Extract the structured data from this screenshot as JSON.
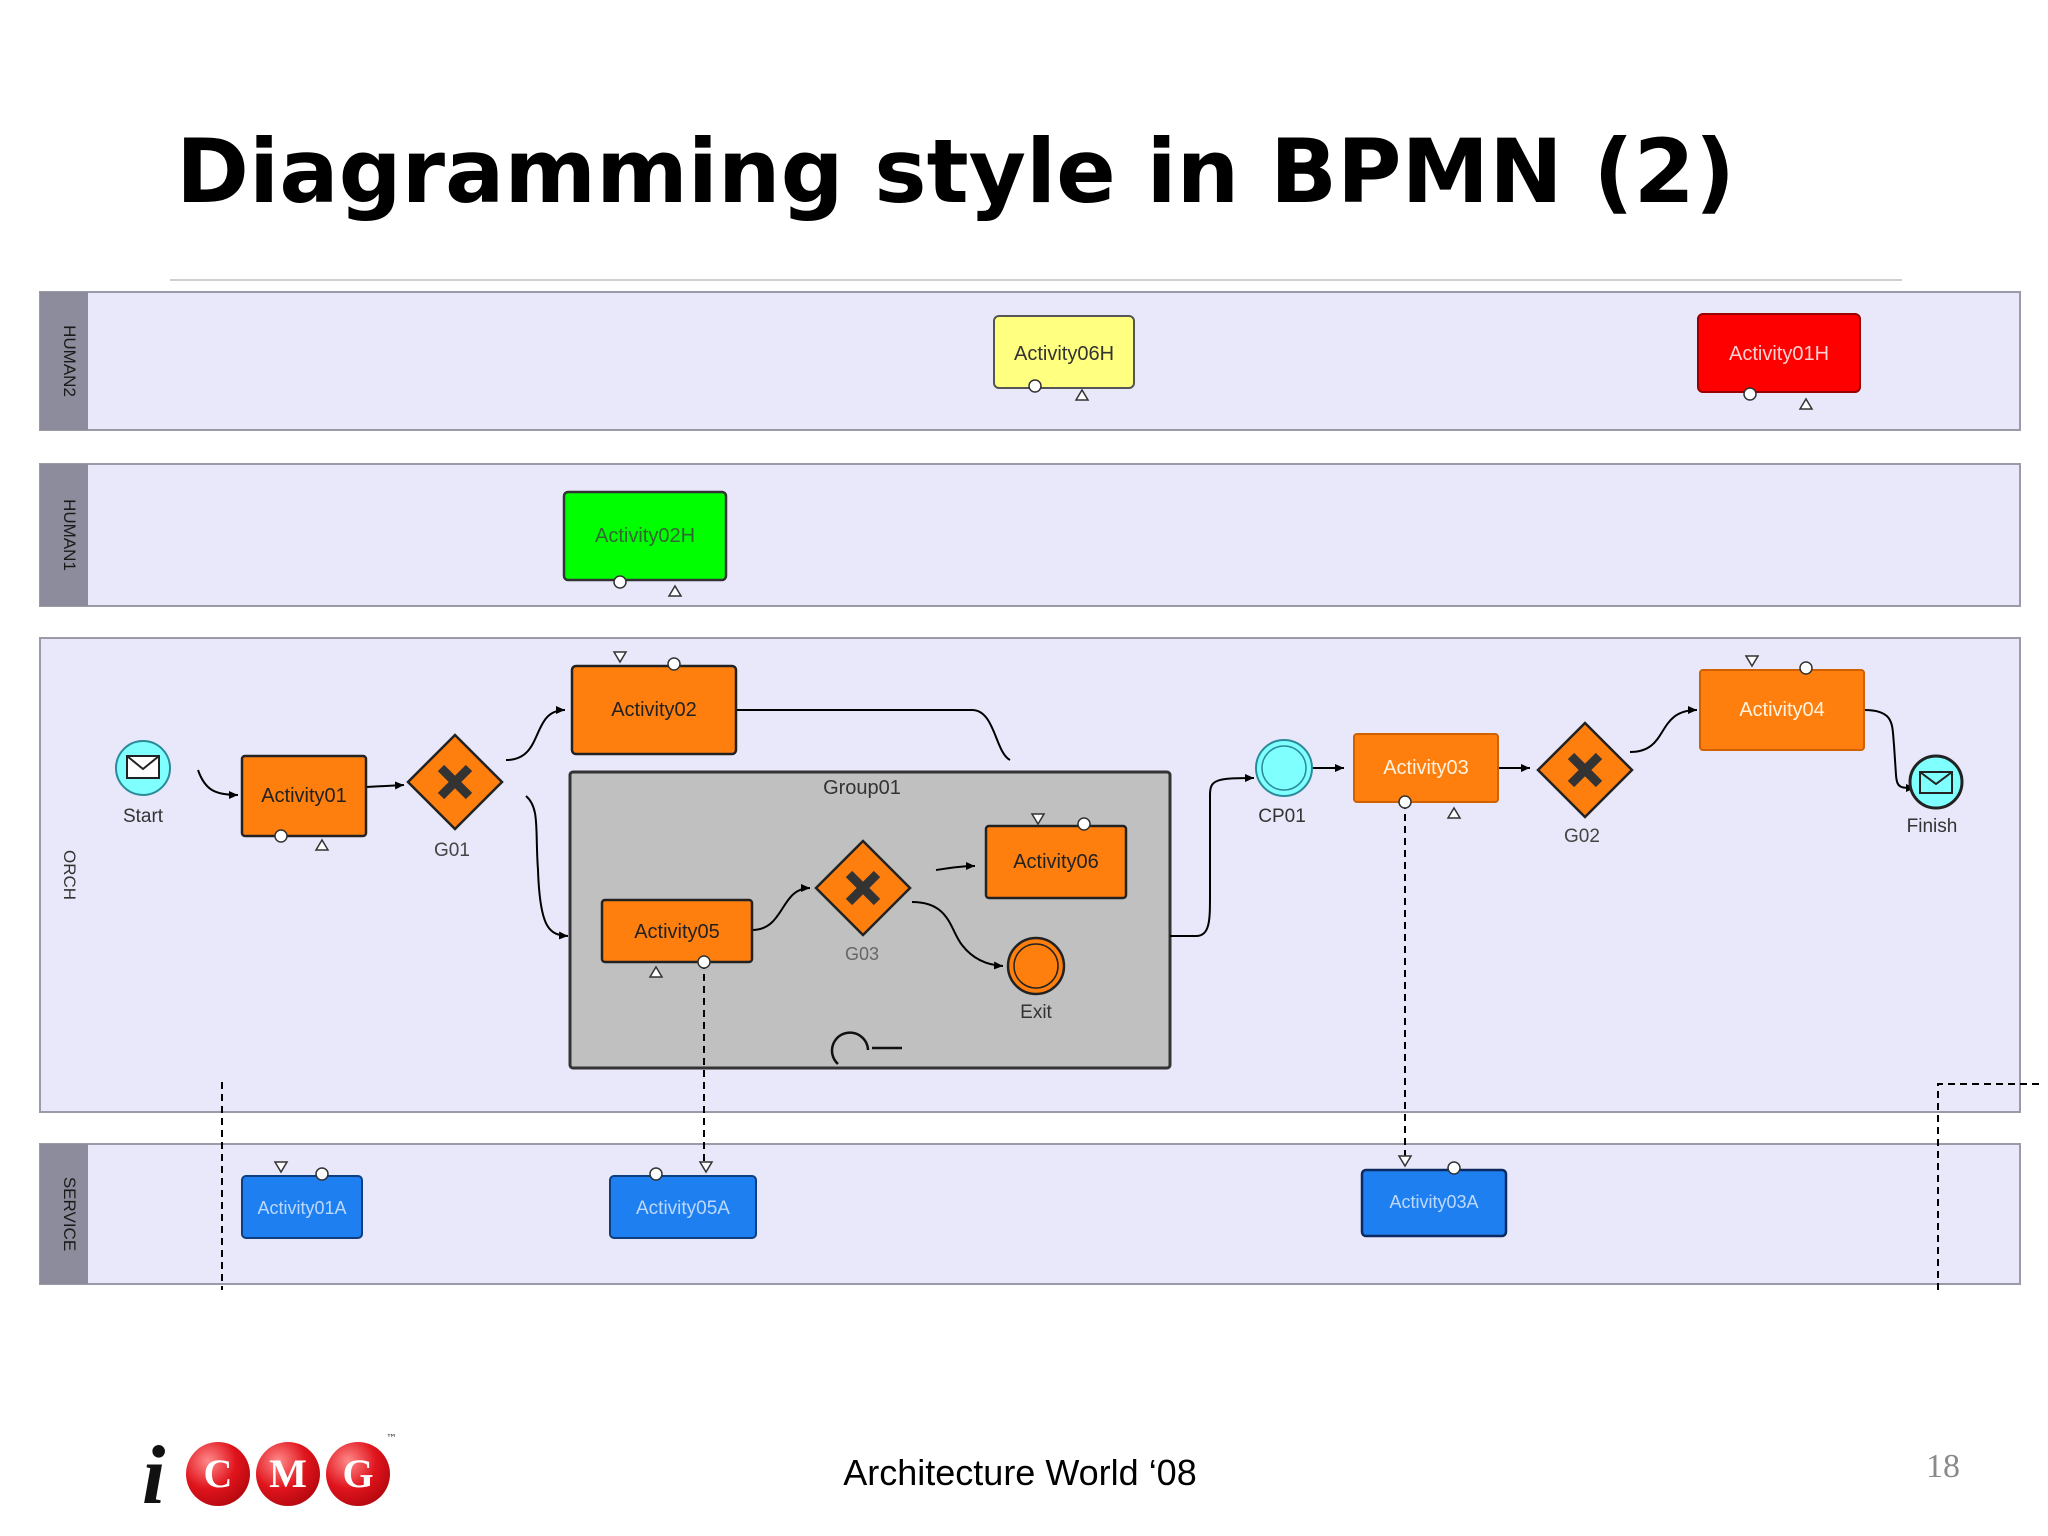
{
  "slide": {
    "title": "Diagramming style in BPMN (2)",
    "footer": "Architecture World ‘08",
    "page_number": "18"
  },
  "logo": {
    "letter_i": "i",
    "letters": [
      "C",
      "M",
      "G"
    ],
    "trademark": "™"
  },
  "lanes": {
    "human2": "HUMAN2",
    "human1": "HUMAN1",
    "orch": "ORCH",
    "service": "SERVICE"
  },
  "nodes": {
    "activity06h": "Activity06H",
    "activity01h": "Activity01H",
    "activity02h": "Activity02H",
    "start": "Start",
    "activity01": "Activity01",
    "g01": "G01",
    "activity02": "Activity02",
    "group01": "Group01",
    "activity05": "Activity05",
    "g03": "G03",
    "activity06": "Activity06",
    "exit": "Exit",
    "cp01": "CP01",
    "activity03": "Activity03",
    "g02": "G02",
    "activity04": "Activity04",
    "finish": "Finish",
    "activity01a": "Activity01A",
    "activity05a": "Activity05A",
    "activity03a": "Activity03A"
  },
  "colors": {
    "lane_bg": "#e8e8fa",
    "lane_header": "#8c8c9c",
    "orange": "#ff7f0e",
    "yellow": "#ffff80",
    "red": "#ff0000",
    "green": "#00ff00",
    "blue": "#1e7ff0",
    "cyan": "#80ffff",
    "group_gray": "#c0c0c0"
  }
}
